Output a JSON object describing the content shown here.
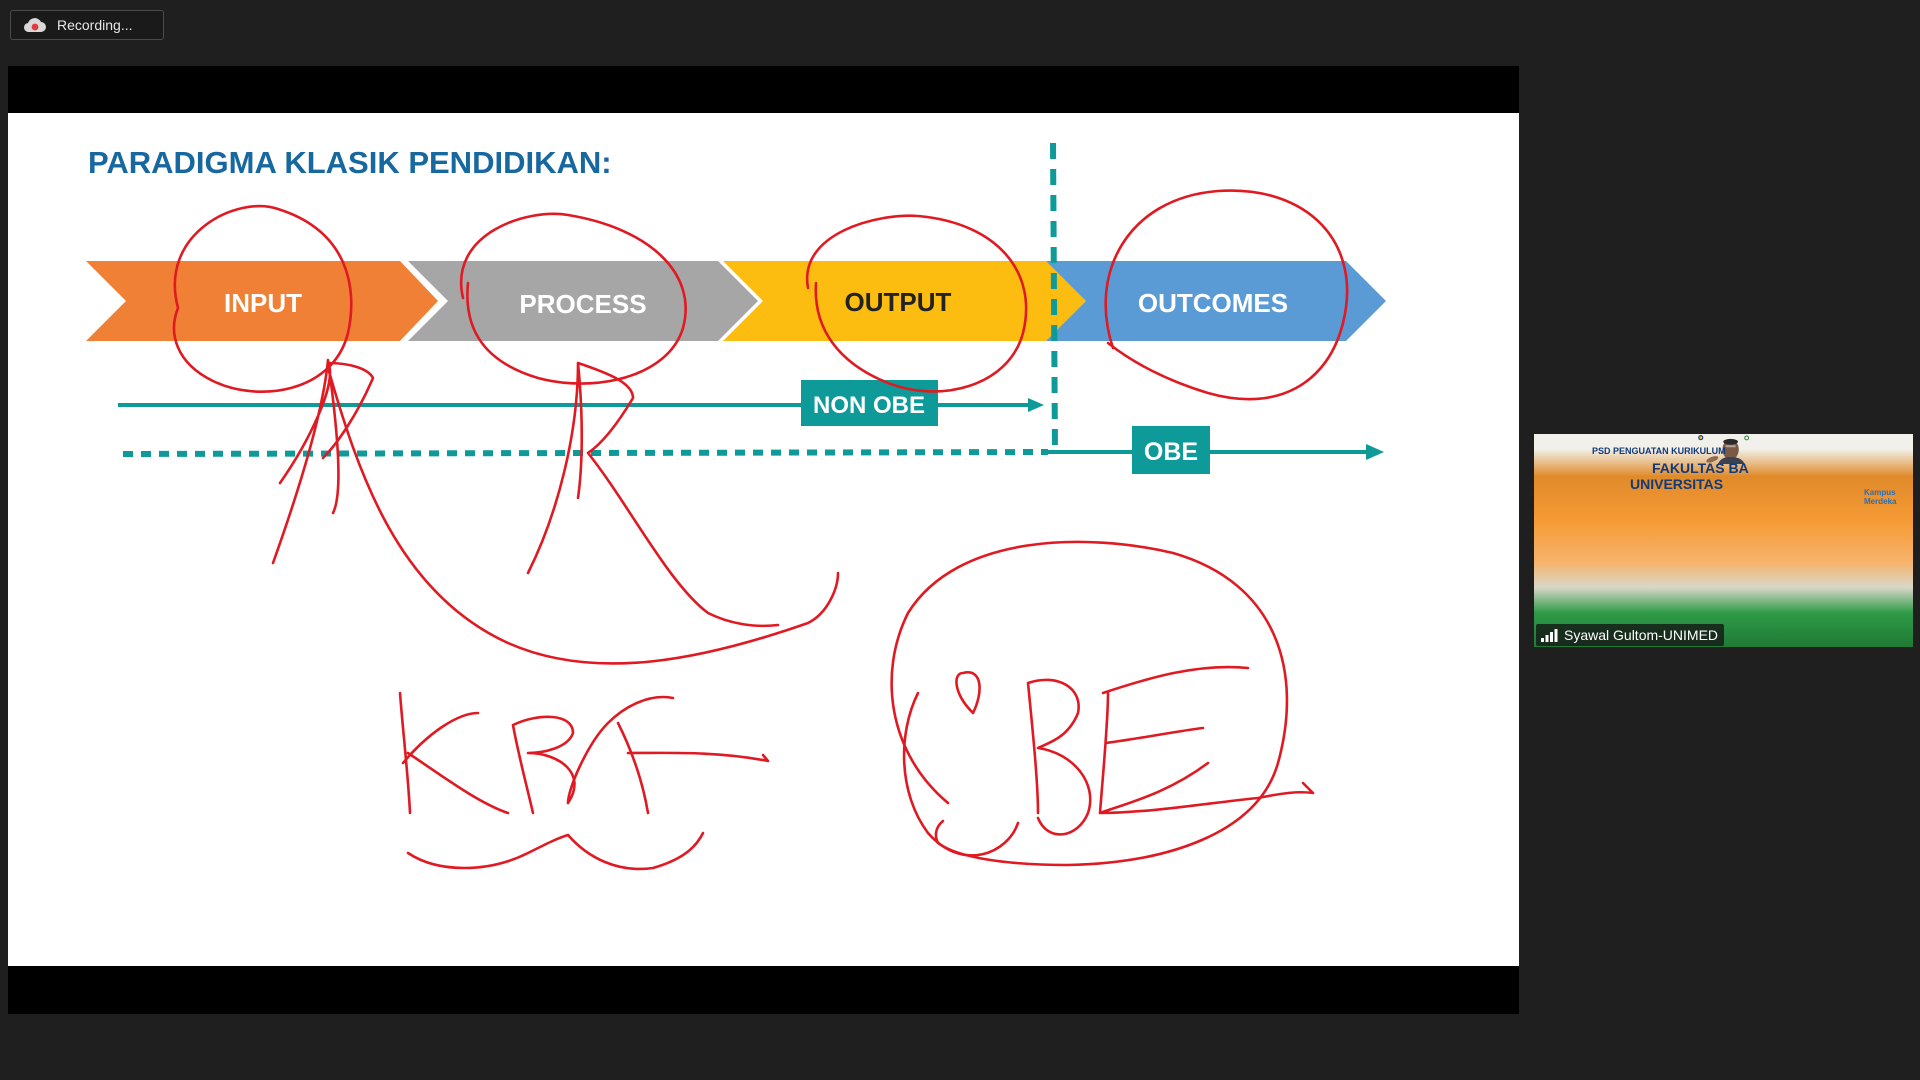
{
  "recording": {
    "label": "Recording...",
    "icon": "cloud-recording-icon"
  },
  "slide": {
    "title": "PARADIGMA KLASIK PENDIDIKAN:",
    "stages": [
      {
        "label": "INPUT",
        "color": "#f08035"
      },
      {
        "label": "PROCESS",
        "color": "#a6a6a6"
      },
      {
        "label": "OUTPUT",
        "color": "#fdbd10"
      },
      {
        "label": "OUTCOMES",
        "color": "#5b9bd5"
      }
    ],
    "non_obe_label": "NON OBE",
    "obe_label": "OBE",
    "teal": "#0e9a98",
    "title_color": "#1868a0",
    "ink_color": "#e01a22"
  },
  "video": {
    "participant_name": "Syawal Gultom-UNIMED",
    "banner_line1": "PSD PENGUATAN KURIKULUM",
    "banner_line2": "FAKULTAS BA",
    "banner_line3": "UNIVERSITAS",
    "badge_text": "Kampus Merdeka"
  }
}
